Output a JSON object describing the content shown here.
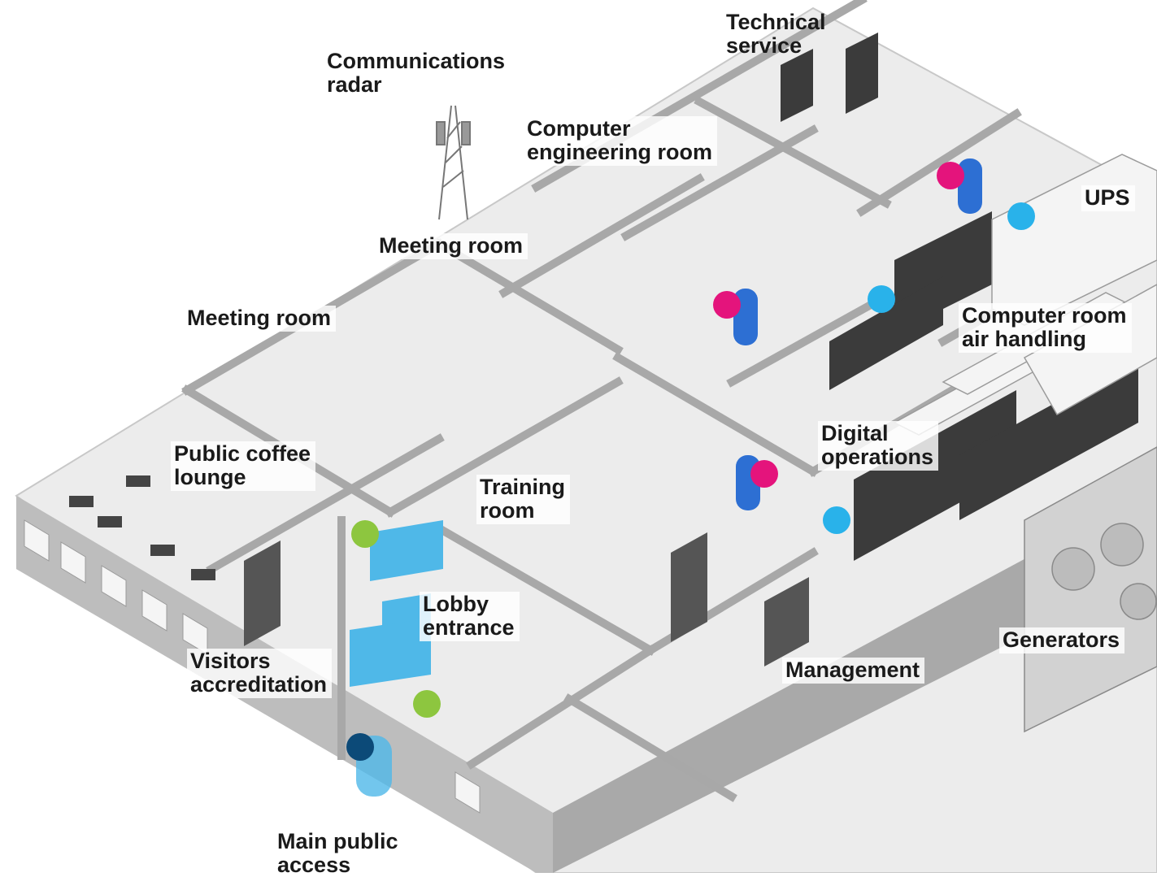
{
  "labels": {
    "technical_service": [
      "Technical",
      "service"
    ],
    "communications_radar": [
      "Communications",
      "radar"
    ],
    "computer_engineering_room": [
      "Computer",
      "engineering room"
    ],
    "ups": [
      "UPS"
    ],
    "meeting_room_upper": [
      "Meeting room"
    ],
    "meeting_room_left": [
      "Meeting room"
    ],
    "computer_room_air_handling": [
      "Computer room",
      "air handling"
    ],
    "public_coffee_lounge": [
      "Public coffee",
      "lounge"
    ],
    "digital_operations": [
      "Digital",
      "operations"
    ],
    "training_room": [
      "Training",
      "room"
    ],
    "lobby_entrance": [
      "Lobby",
      "entrance"
    ],
    "generators": [
      "Generators"
    ],
    "visitors_accreditation": [
      "Visitors",
      "accreditation"
    ],
    "management": [
      "Management"
    ],
    "main_public_access": [
      "Main public",
      "access"
    ]
  },
  "colors": {
    "marker_pink": "#e4147c",
    "marker_cyan": "#29b2ea",
    "marker_green": "#8dc63f",
    "marker_navy": "#0c4a78",
    "door_blue": "#2d6fd3",
    "turnstile_blue": "#4fb8e8",
    "floor_light": "#ececec",
    "wall_mid": "#b9b9b9",
    "wall_dark": "#8e8e8e",
    "equipment_dark": "#3b3b3b"
  },
  "markers": [
    {
      "name": "marker-pink-technical",
      "color": "marker_pink"
    },
    {
      "name": "marker-cyan-ups",
      "color": "marker_cyan"
    },
    {
      "name": "marker-pink-meeting",
      "color": "marker_pink"
    },
    {
      "name": "marker-cyan-air-handling",
      "color": "marker_cyan"
    },
    {
      "name": "marker-pink-digital",
      "color": "marker_pink"
    },
    {
      "name": "marker-cyan-digital",
      "color": "marker_cyan"
    },
    {
      "name": "marker-green-lobby-upper",
      "color": "marker_green"
    },
    {
      "name": "marker-green-lobby-lower",
      "color": "marker_green"
    },
    {
      "name": "marker-navy-main-access",
      "color": "marker_navy"
    }
  ]
}
